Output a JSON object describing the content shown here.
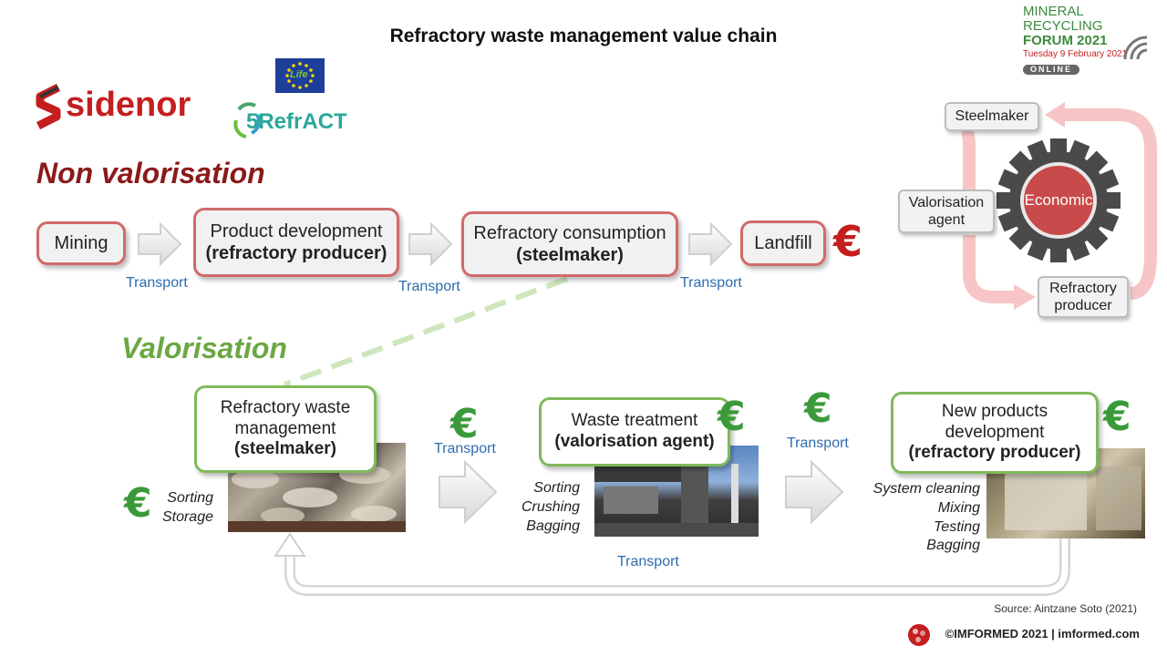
{
  "title": "Refractory waste management value chain",
  "forum_logo": {
    "line1": "MINERAL RECYCLING",
    "line2": "FORUM 2021",
    "date": "Tuesday 9 February 2021",
    "badge": "ONLINE"
  },
  "logos": {
    "sidenor": "sidenor",
    "project": "5RefrACT",
    "life": "Life"
  },
  "non_valorisation": {
    "heading": "Non valorisation",
    "mining": "Mining",
    "product_dev": "Product development",
    "product_dev_actor": "(refractory producer)",
    "consumption": "Refractory consumption",
    "consumption_actor": "(steelmaker)",
    "landfill": "Landfill",
    "transport1": "Transport",
    "transport2": "Transport",
    "transport3": "Transport",
    "euro": "€"
  },
  "economic_cycle": {
    "center": "Economic",
    "steelmaker": "Steelmaker",
    "valorisation_agent_1": "Valorisation",
    "valorisation_agent_2": "agent",
    "refractory_producer_1": "Refractory",
    "refractory_producer_2": "producer"
  },
  "valorisation": {
    "heading": "Valorisation",
    "waste_mgmt_1": "Refractory waste",
    "waste_mgmt_2": "management",
    "waste_mgmt_actor": "(steelmaker)",
    "waste_treatment": "Waste treatment",
    "waste_treatment_actor": "(valorisation agent)",
    "new_products_1": "New products",
    "new_products_2": "development",
    "new_products_actor": "(refractory producer)",
    "steps_1": [
      "Sorting",
      "Storage"
    ],
    "steps_2": [
      "Sorting",
      "Crushing",
      "Bagging"
    ],
    "steps_3": [
      "System cleaning",
      "Mixing",
      "Testing",
      "Bagging"
    ],
    "transport1": "Transport",
    "transport2": "Transport",
    "transport_return": "Transport",
    "euro": "€"
  },
  "source": "Source: Aintzane Soto (2021)",
  "footer": "©IMFORMED 2021  | imformed.com",
  "colors": {
    "red_accent": "#c41e1e",
    "green_accent": "#3a9a3a",
    "transport_blue": "#2f6cb0"
  }
}
